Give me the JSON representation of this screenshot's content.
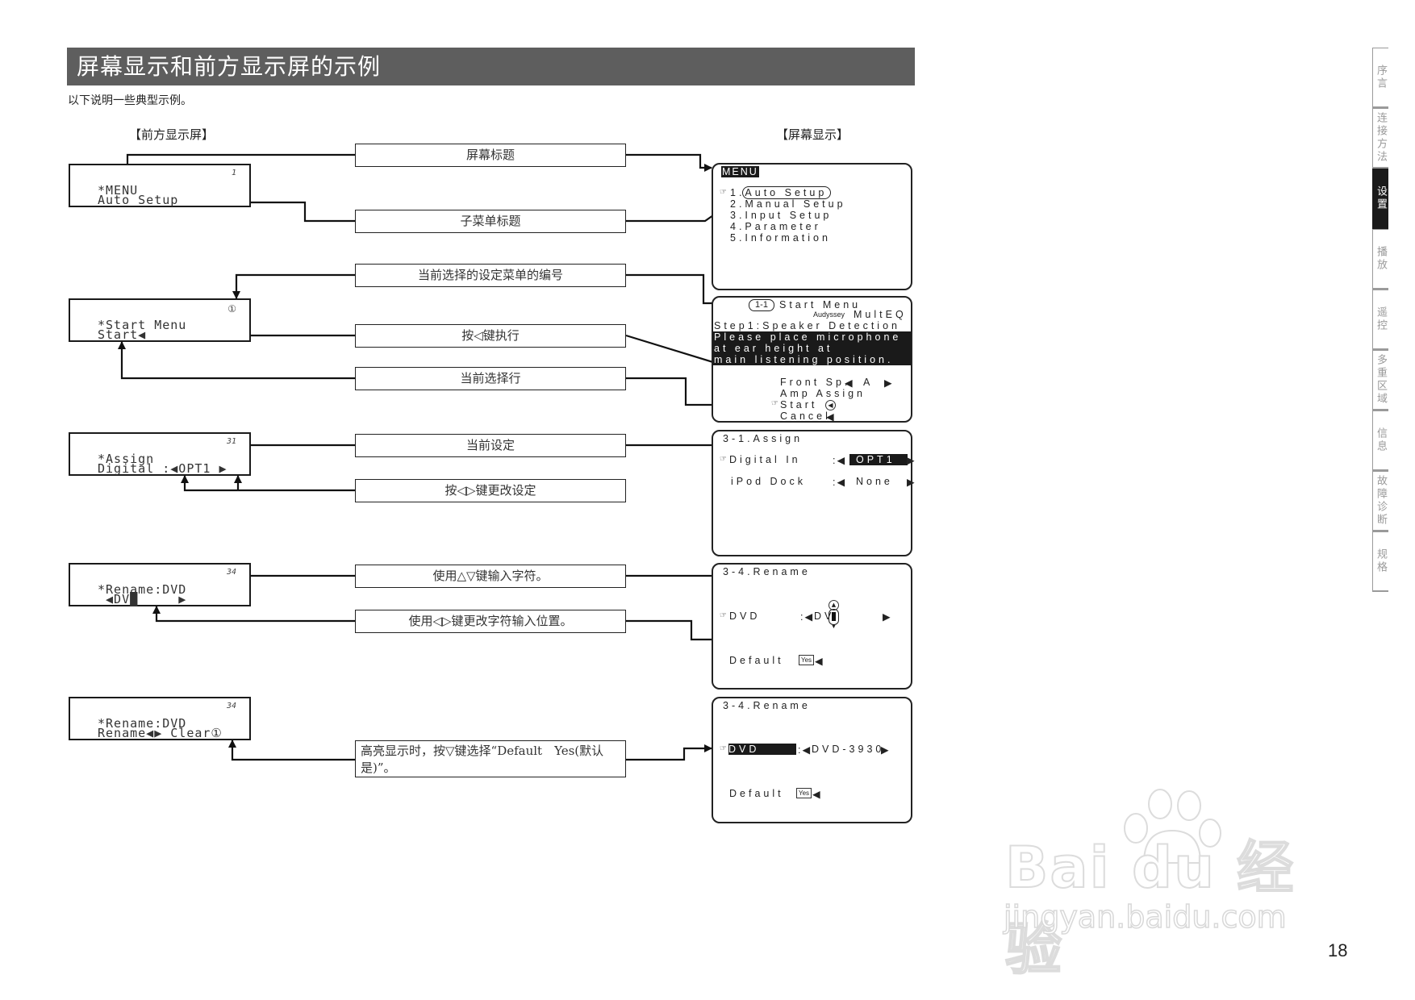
{
  "page": {
    "title": "屏幕显示和前方显示屏的示例",
    "subtitle": "以下说明一些典型示例。",
    "front_heading": "【前方显示屏】",
    "screen_heading": "【屏幕显示】",
    "page_number": "18"
  },
  "front_displays": [
    {
      "number": "1",
      "line1": "*MENU",
      "line2": "Auto Setup"
    },
    {
      "number": "①",
      "line1": "*Start Menu",
      "line2": "Start◀"
    },
    {
      "number": "31",
      "line1": "*Assign",
      "line2": "Digital :◀OPT1 ▶"
    },
    {
      "number": "34",
      "line1": "*Rename:DVD",
      "line2": " ◀DV█     ▶"
    },
    {
      "number": "34",
      "line1": "*Rename:DVD",
      "line2": "Rename◀▶ Clear①"
    }
  ],
  "labels": [
    "屏幕标题",
    "子菜单标题",
    "当前选择的设定菜单的编号",
    "按◁键执行",
    "当前选择行",
    "当前设定",
    "按◁▷键更改设定",
    "使用△▽键输入字符。",
    "使用◁▷键更改字符输入位置。",
    "高亮显示时，按▽键选择“Default　Yes(默认是)”。"
  ],
  "screens": {
    "menu": {
      "title": "MENU",
      "items": [
        "1.Auto Setup",
        "2.Manual Setup",
        "3.Input Setup",
        "4.Parameter",
        "5.Information"
      ]
    },
    "start_menu": {
      "number": "1-1",
      "title": "Start Menu",
      "brand_small": "Audyssey",
      "brand": "MultEQ",
      "step": "Step1:Speaker Detection",
      "message": [
        "Please place microphone",
        "at ear height at",
        "main listening position."
      ],
      "options": [
        {
          "label": "Front Sp.",
          "value": "A"
        },
        {
          "label": "Amp Assign"
        },
        {
          "label": "Start"
        },
        {
          "label": "Cancel"
        }
      ]
    },
    "assign": {
      "title": "3-1.Assign",
      "rows": [
        {
          "label": "Digital In",
          "value": "OPT1",
          "selected": true
        },
        {
          "label": "iPod Dock",
          "value": "None",
          "selected": false
        }
      ]
    },
    "rename_edit": {
      "title": "3-4.Rename",
      "field_label": "DVD",
      "field_value": "DV",
      "default_label": "Default",
      "default_key": "Yes"
    },
    "rename_done": {
      "title": "3-4.Rename",
      "field_label": "DVD",
      "field_value": "DVD-3930",
      "default_label": "Default",
      "default_key": "Yes"
    }
  },
  "side_tabs": [
    {
      "label": "序言",
      "active": false
    },
    {
      "label": "连接方法",
      "active": false
    },
    {
      "label": "设置",
      "active": true
    },
    {
      "label": "播放",
      "active": false
    },
    {
      "label": "遥控",
      "active": false
    },
    {
      "label": "多重区域",
      "active": false
    },
    {
      "label": "信息",
      "active": false
    },
    {
      "label": "故障诊断",
      "active": false
    },
    {
      "label": "规格",
      "active": false
    }
  ],
  "watermark": {
    "brand": "Bai du 经验",
    "url": "jingyan.baidu.com"
  }
}
